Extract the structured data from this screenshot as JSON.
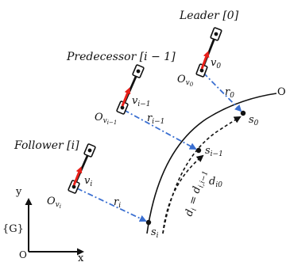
{
  "labels": {
    "leader": "Leader [0]",
    "predecessor": "Predecessor [i − 1]",
    "follower": "Follower [i]",
    "frame": "{G}",
    "axis_x": "x",
    "axis_y": "y",
    "axis_origin": "O",
    "curve_label": "O",
    "v0": "v",
    "v0_sub": "0",
    "vim1": "v",
    "vim1_sub": "i−1",
    "vi": "v",
    "vi_sub": "i",
    "o_v0": "O",
    "o_v0_sub": "v",
    "o_v0_subsub": "0",
    "o_vim1": "O",
    "o_vim1_sub": "v",
    "o_vim1_subsub": "i−1",
    "o_vi": "O",
    "o_vi_sub": "v",
    "o_vi_subsub": "i",
    "r0": "r",
    "r0_sub": "0",
    "rim1": "r",
    "rim1_sub": "i−1",
    "ri": "r",
    "ri_sub": "i",
    "s0": "s",
    "s0_sub": "0",
    "sim1": "s",
    "sim1_sub": "i−1",
    "si": "s",
    "si_sub": "i",
    "di": "d",
    "di_sub": "i",
    "di_eq": " = d",
    "di_eq_sub": "i,i−1",
    "di0": "d",
    "di0_sub": "i0"
  },
  "colors": {
    "velocity_arrow": "#e8201a",
    "distance_arrow": "#3a6fd1",
    "line": "#111111"
  }
}
